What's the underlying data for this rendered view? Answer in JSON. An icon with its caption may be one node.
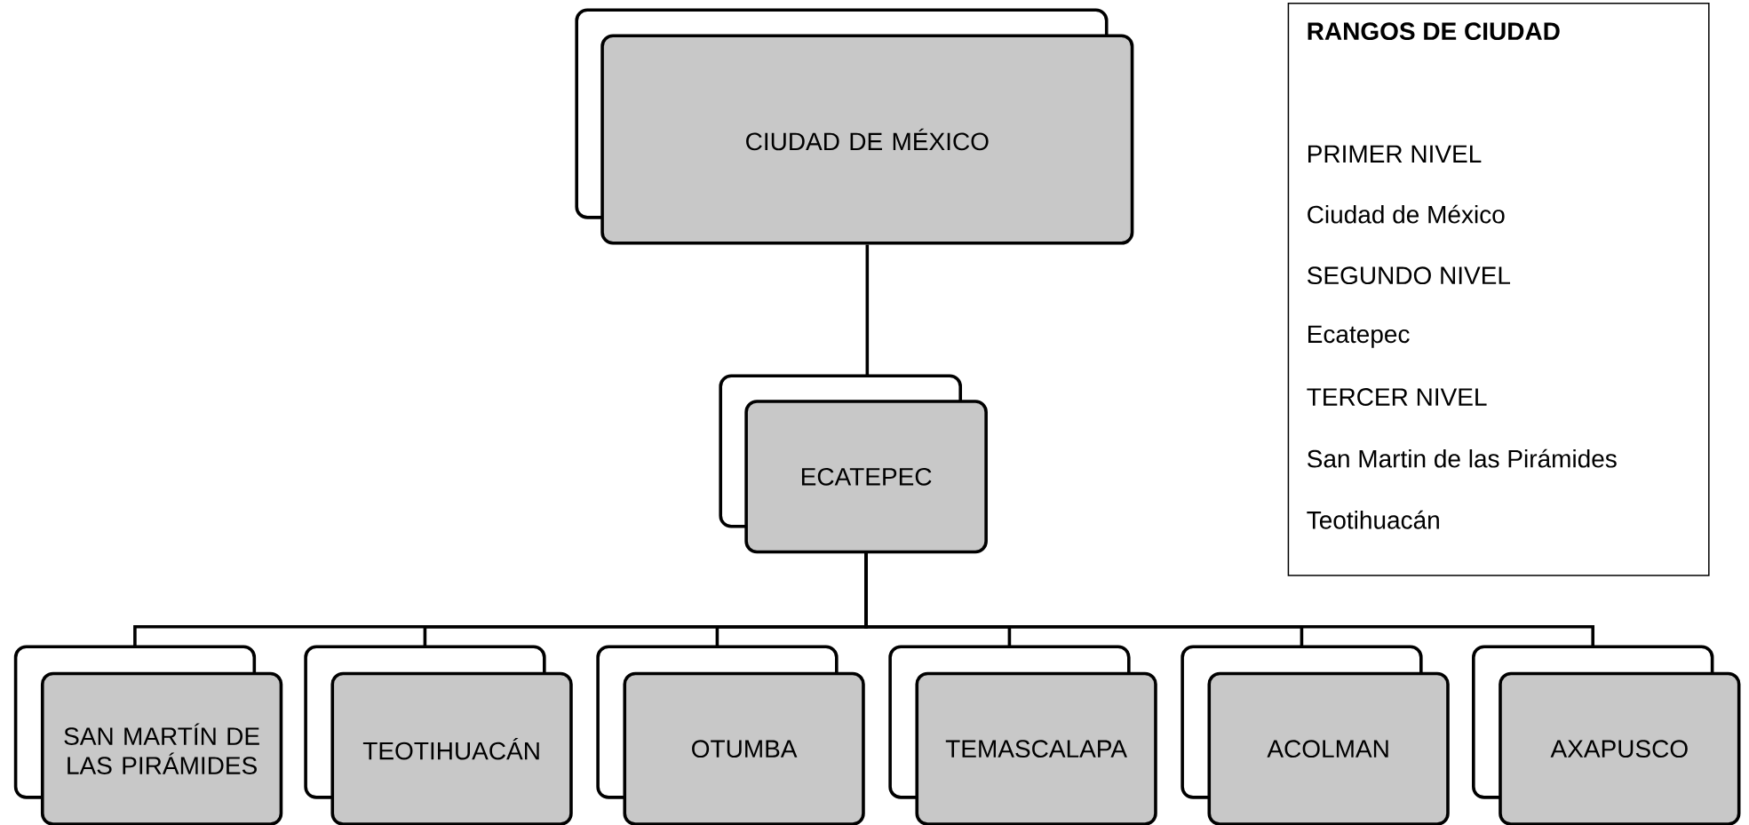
{
  "diagram": {
    "nodes": [
      {
        "text": [
          "CIUDAD DE MÉXICO"
        ]
      },
      {
        "text": [
          "ECATEPEC"
        ]
      },
      {
        "text": [
          "SAN MARTÍN DE LAS PIRÁMIDES"
        ]
      },
      {
        "text": [
          "TEOTIHUACÁN"
        ]
      },
      {
        "text": [
          "OTUMBA"
        ]
      },
      {
        "text": [
          "TEMASCALAPA"
        ]
      },
      {
        "text": [
          "ACOLMAN"
        ]
      },
      {
        "text": [
          "AXAPUSCO"
        ]
      },
      {
        "text": [
          "RANGOS DE CIUDAD",
          "PRIMER NIVEL",
          "Ciudad de México",
          "SEGUNDO NIVEL",
          "Ecatepec",
          "TERCER NIVEL",
          "San Martin de las Pirámides",
          "Teotihuacán"
        ]
      }
    ],
    "edges": [
      {
        "from": 0,
        "to": 1,
        "arrow": "none"
      },
      {
        "from": 1,
        "to": 2,
        "arrow": "none"
      },
      {
        "from": 1,
        "to": 3,
        "arrow": "none"
      },
      {
        "from": 1,
        "to": 4,
        "arrow": "none"
      },
      {
        "from": 1,
        "to": 5,
        "arrow": "none"
      },
      {
        "from": 1,
        "to": 6,
        "arrow": "none"
      },
      {
        "from": 1,
        "to": 7,
        "arrow": "none"
      }
    ]
  }
}
